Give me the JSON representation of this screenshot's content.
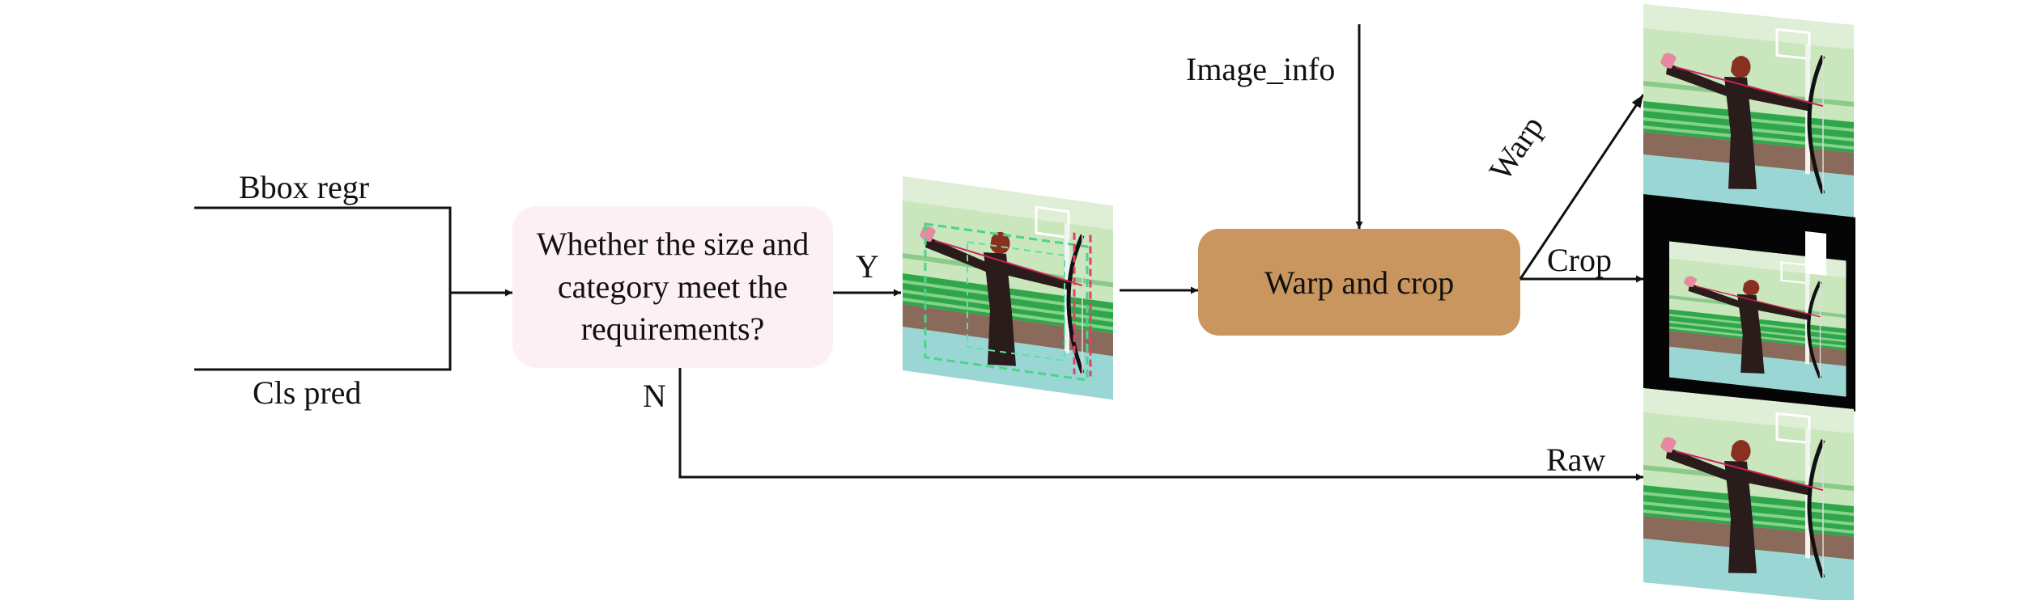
{
  "inputs": {
    "bbox_label": "Bbox regr",
    "cls_label": "Cls pred",
    "image_info_label": "Image_info"
  },
  "decision": {
    "text_line1": "Whether the size and",
    "text_line2": "category meet the",
    "text_line3": "requirements?",
    "fill": "#fdf0f4",
    "yes_label": "Y",
    "no_label": "N"
  },
  "process": {
    "label": "Warp and crop",
    "fill": "#c9965f"
  },
  "outputs": {
    "warp_label": "Warp",
    "crop_label": "Crop",
    "raw_label": "Raw"
  },
  "colors": {
    "line": "#111111",
    "gym_wall": "#c9e6bd",
    "gym_floor": "#9ad6d4",
    "stripe_green": "#2fa64a",
    "archer_dark": "#2b1c1c",
    "crop_pad": "#050505"
  }
}
